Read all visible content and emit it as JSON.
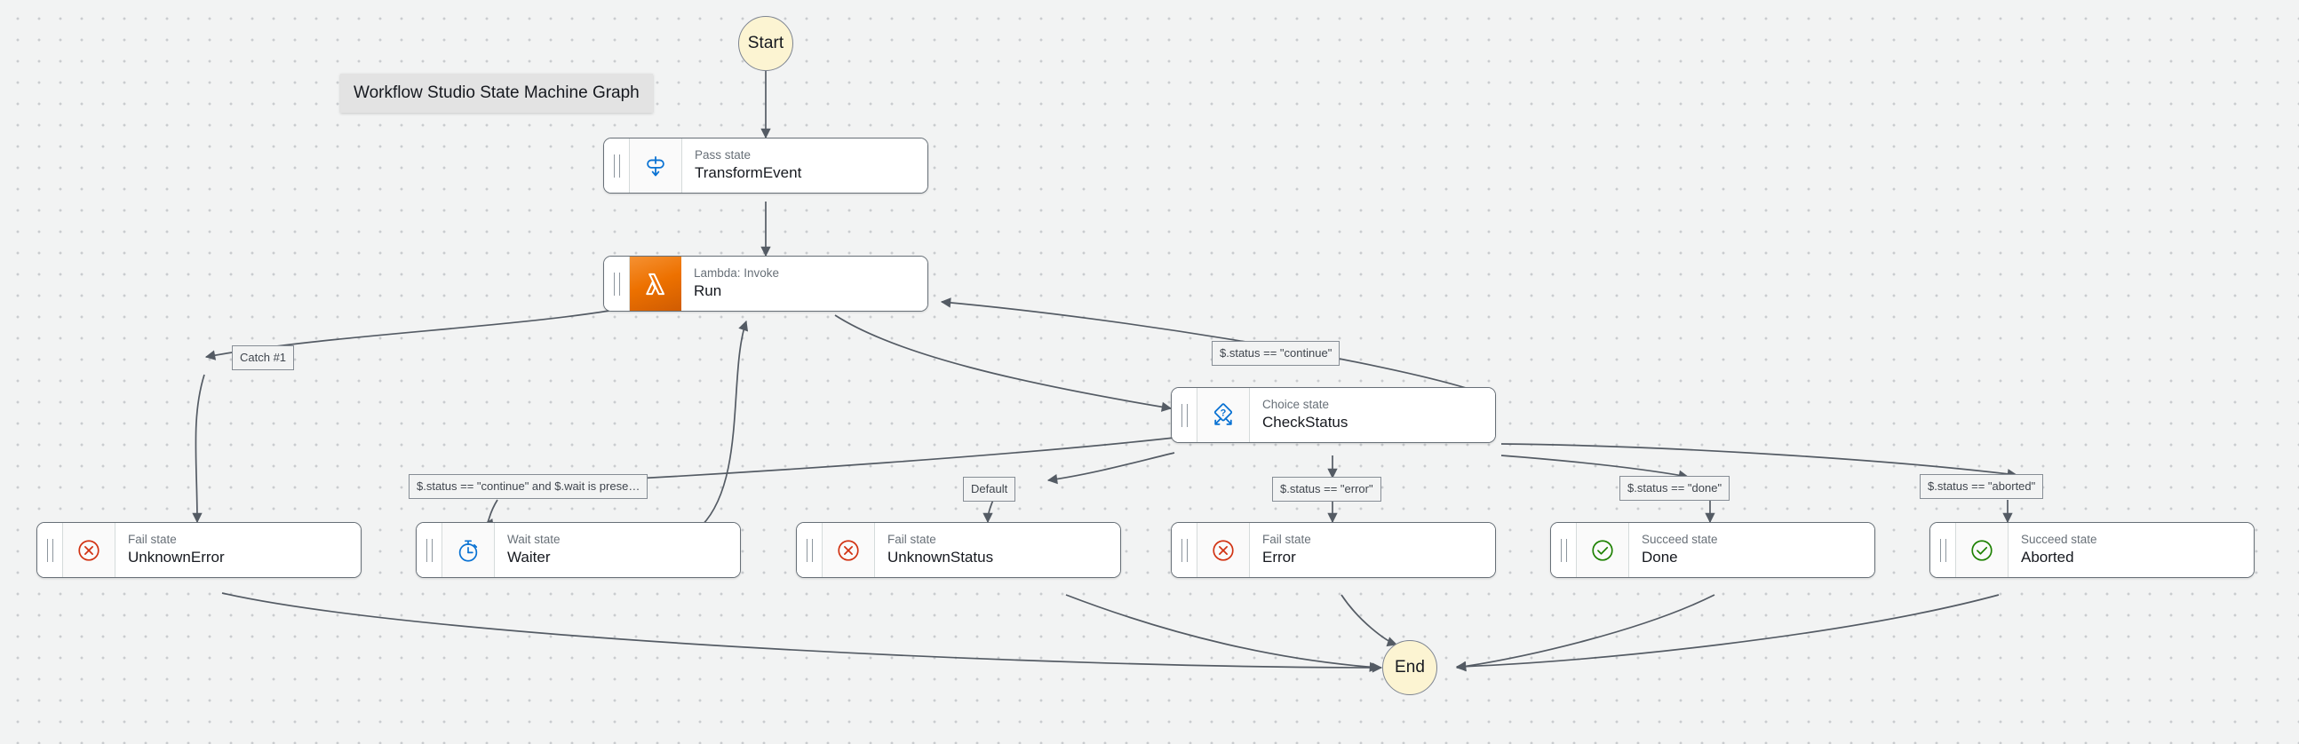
{
  "graph": {
    "title": "Workflow Studio State Machine Graph",
    "start_label": "Start",
    "end_label": "End"
  },
  "nodes": [
    {
      "id": "transform-event",
      "kind": "Pass state",
      "name": "TransformEvent",
      "icon": "pass-state-icon"
    },
    {
      "id": "run",
      "kind": "Lambda: Invoke",
      "name": "Run",
      "icon": "lambda-icon"
    },
    {
      "id": "check-status",
      "kind": "Choice state",
      "name": "CheckStatus",
      "icon": "choice-state-icon"
    },
    {
      "id": "unknown-error",
      "kind": "Fail state",
      "name": "UnknownError",
      "icon": "fail-state-icon"
    },
    {
      "id": "waiter",
      "kind": "Wait state",
      "name": "Waiter",
      "icon": "wait-state-icon"
    },
    {
      "id": "unknown-status",
      "kind": "Fail state",
      "name": "UnknownStatus",
      "icon": "fail-state-icon"
    },
    {
      "id": "error",
      "kind": "Fail state",
      "name": "Error",
      "icon": "fail-state-icon"
    },
    {
      "id": "done",
      "kind": "Succeed state",
      "name": "Done",
      "icon": "succeed-state-icon"
    },
    {
      "id": "aborted",
      "kind": "Succeed state",
      "name": "Aborted",
      "icon": "succeed-state-icon"
    }
  ],
  "edge_labels": [
    {
      "id": "catch-1",
      "text": "Catch #1"
    },
    {
      "id": "continue",
      "text": "$.status == \"continue\""
    },
    {
      "id": "continue-wait",
      "text": "$.status == \"continue\" and $.wait is prese…"
    },
    {
      "id": "default",
      "text": "Default"
    },
    {
      "id": "status-error",
      "text": "$.status == \"error\""
    },
    {
      "id": "status-done",
      "text": "$.status == \"done\""
    },
    {
      "id": "status-aborted",
      "text": "$.status == \"aborted\""
    }
  ],
  "colors": {
    "canvas": "#f2f3f3",
    "terminal_fill": "#fcf4d2",
    "lambda_orange": "#ed7100",
    "fail_red": "#d13212",
    "succeed_green": "#1d8102",
    "accent_blue": "#0972d3",
    "edge_stroke": "#545b64",
    "node_border": "#687078"
  }
}
